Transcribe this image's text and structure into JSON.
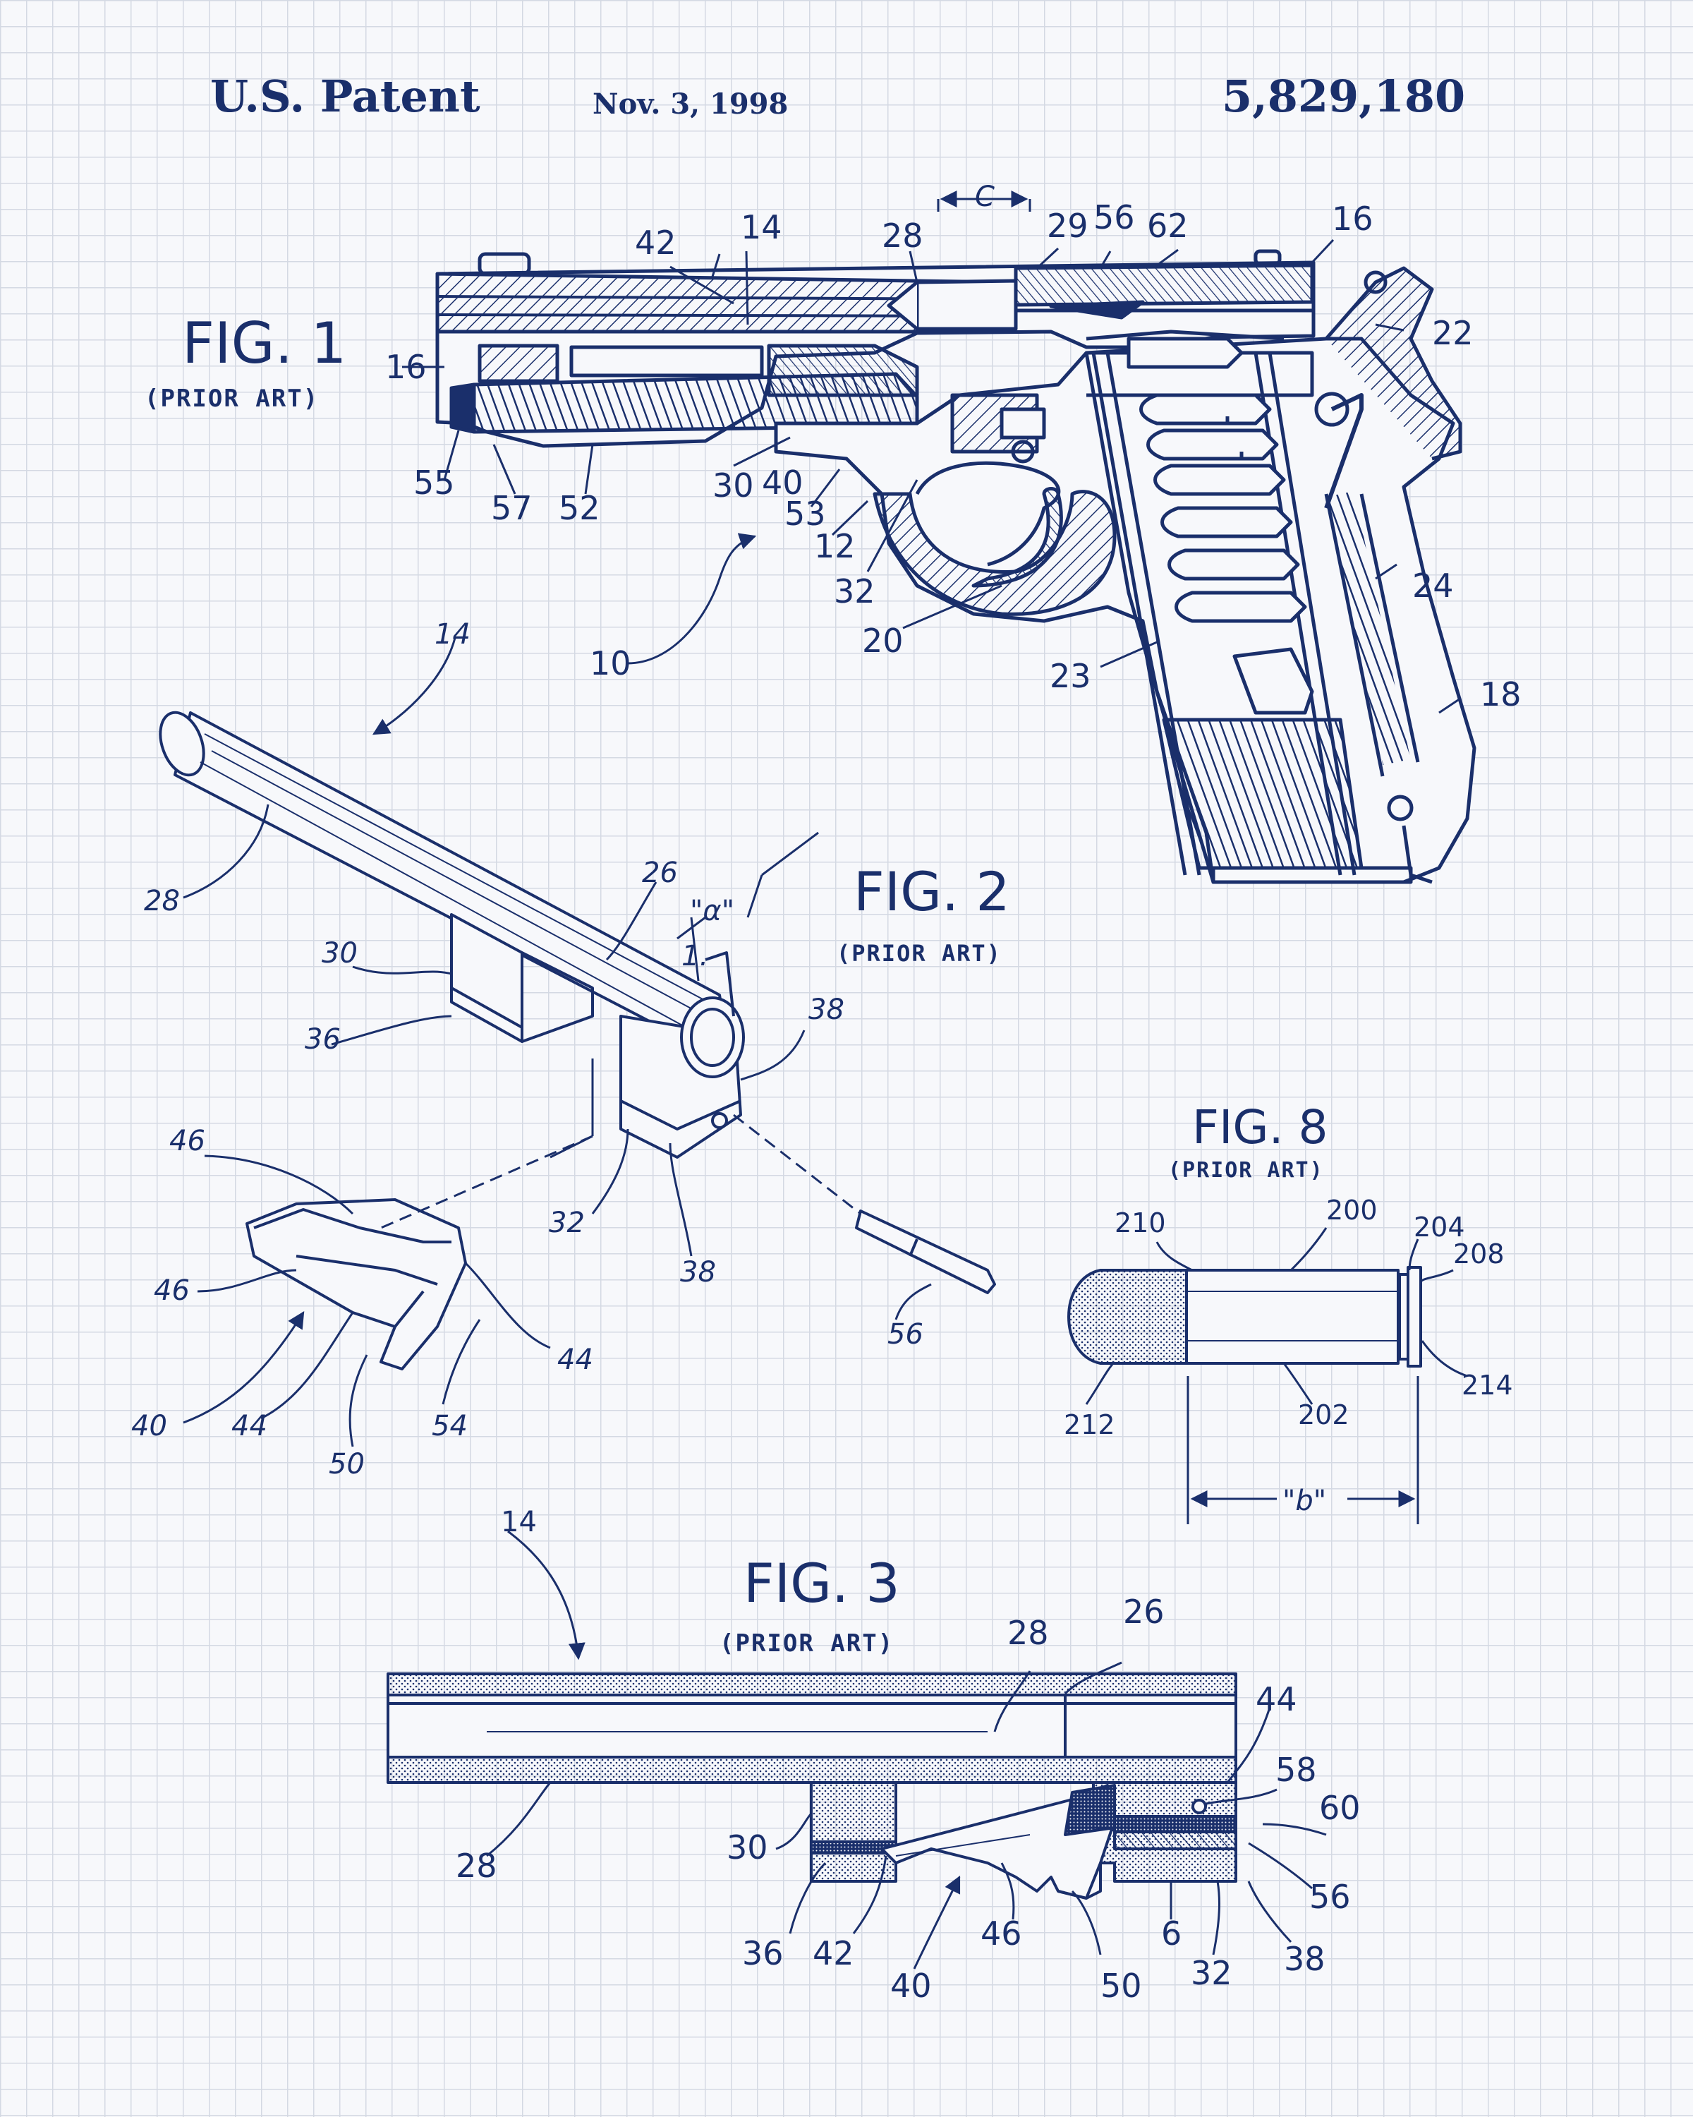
{
  "header": {
    "left": "U.S. Patent",
    "date": "Nov. 3, 1998",
    "number": "5,829,180"
  },
  "colors": {
    "ink": "#1a2f6b",
    "paper": "#f7f8fb",
    "grid": "#d4d9e3"
  },
  "figures": {
    "fig1": {
      "title": "FIG. 1",
      "subtitle": "(PRIOR ART)",
      "labels": [
        "14",
        "42",
        "28",
        "C",
        "29",
        "56",
        "62",
        "16",
        "16",
        "22",
        "55",
        "57",
        "52",
        "30",
        "40",
        "53",
        "12",
        "32",
        "24",
        "10",
        "20",
        "23",
        "18"
      ]
    },
    "fig2": {
      "title": "FIG. 2",
      "subtitle": "(PRIOR ART)",
      "labels": [
        "14",
        "28",
        "26",
        "\"α\"",
        "1.",
        "30",
        "36",
        "38",
        "32",
        "38",
        "46",
        "46",
        "40",
        "44",
        "44",
        "54",
        "50",
        "56"
      ]
    },
    "fig3": {
      "title": "FIG. 3",
      "subtitle": "(PRIOR ART)",
      "labels": [
        "14",
        "28",
        "26",
        "44",
        "58",
        "60",
        "56",
        "28",
        "30",
        "36",
        "42",
        "40",
        "46",
        "50",
        "6",
        "32",
        "38"
      ]
    },
    "fig8": {
      "title": "FIG. 8",
      "subtitle": "(PRIOR ART)",
      "labels": [
        "210",
        "200",
        "204",
        "208",
        "212",
        "202",
        "214",
        "\"b\""
      ]
    }
  }
}
